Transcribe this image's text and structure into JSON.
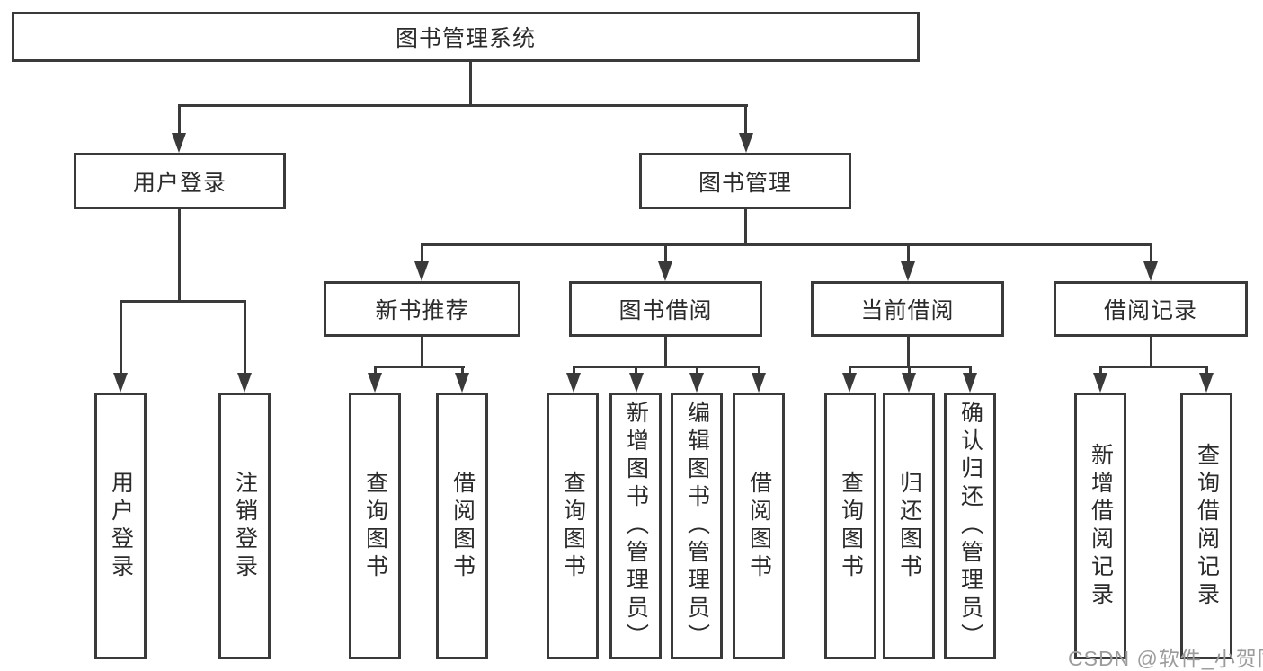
{
  "page": {
    "background": "#ffffff"
  },
  "colors": {
    "line": "#3a3a3a",
    "box_border": "#3a3a3a",
    "text": "#2b2b2b",
    "watermark": "#9c9c9c"
  },
  "watermark": {
    "text": "CSDN @软件_小贺同学"
  },
  "tree": {
    "root": {
      "label": "图书管理系统"
    },
    "children": [
      {
        "label": "用户登录",
        "leaves": [
          "用户登录",
          "注销登录"
        ]
      },
      {
        "label": "图书管理",
        "groups": [
          {
            "label": "新书推荐",
            "leaves": [
              "查询图书",
              "借阅图书"
            ]
          },
          {
            "label": "图书借阅",
            "leaves": [
              "查询图书",
              "新增图书（管理员）",
              "编辑图书（管理员）",
              "借阅图书"
            ]
          },
          {
            "label": "当前借阅",
            "leaves": [
              "查询图书",
              "归还图书",
              "确认归还（管理员）"
            ]
          },
          {
            "label": "借阅记录",
            "leaves": [
              "新增借阅记录",
              "查询借阅记录"
            ]
          }
        ]
      }
    ]
  }
}
